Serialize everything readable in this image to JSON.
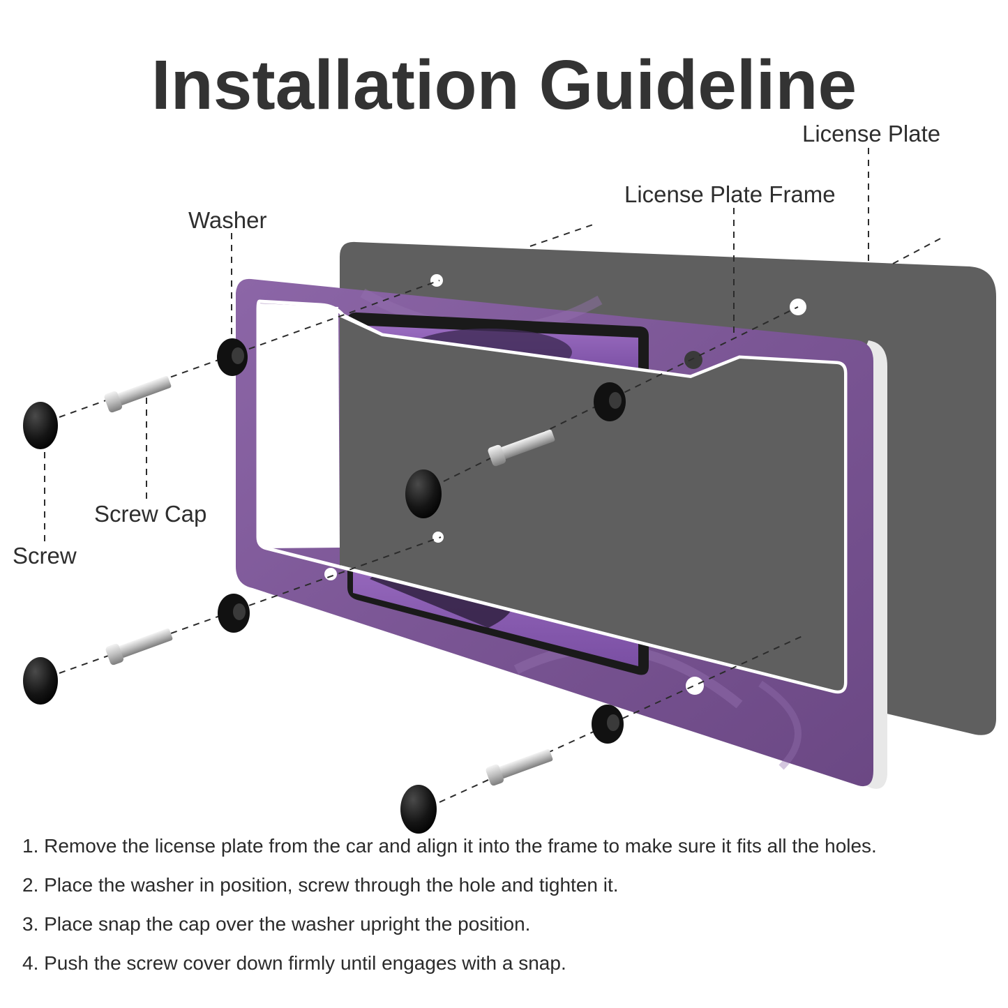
{
  "title": "Installation Guideline",
  "labels": {
    "license_plate": "License Plate",
    "license_plate_frame": "License Plate Frame",
    "washer": "Washer",
    "screw_cap": "Screw Cap",
    "screw": "Screw"
  },
  "steps": [
    "1. Remove the license plate from the car and align it into the frame to make sure it fits all the holes.",
    "2. Place the washer in position, screw through the hole and tighten it.",
    "3. Place snap the cap over the washer upright the position.",
    "4. Push the screw cover down firmly until engages with a snap."
  ],
  "colors": {
    "plate": "#5f5f5f",
    "frame": "#7f5a98",
    "frame_dark": "#6a4783",
    "text": "#2b2b2b",
    "hardware": "#111111",
    "screw_metal": "#c9c9c9"
  }
}
